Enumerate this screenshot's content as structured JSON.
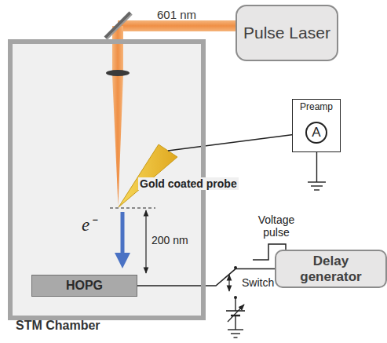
{
  "diagram": {
    "nodes": [
      {
        "text": [
          "Pulse Laser"
        ]
      },
      {
        "text": [
          "STM Chamber"
        ]
      },
      {
        "text": [
          "HOPG"
        ],
        "in": 1
      },
      {
        "text": [
          "Preamp"
        ]
      },
      {
        "text": [
          "A"
        ],
        "in": 3
      },
      {
        "text": [
          "Delay generator"
        ]
      }
    ],
    "edges": [
      {
        "from": 2,
        "to": 5,
        "arrow": "none"
      }
    ],
    "labels": [
      "601 nm",
      "Gold coated probe",
      "e⁻",
      "200 nm",
      "Voltage pulse",
      "Switch"
    ]
  }
}
